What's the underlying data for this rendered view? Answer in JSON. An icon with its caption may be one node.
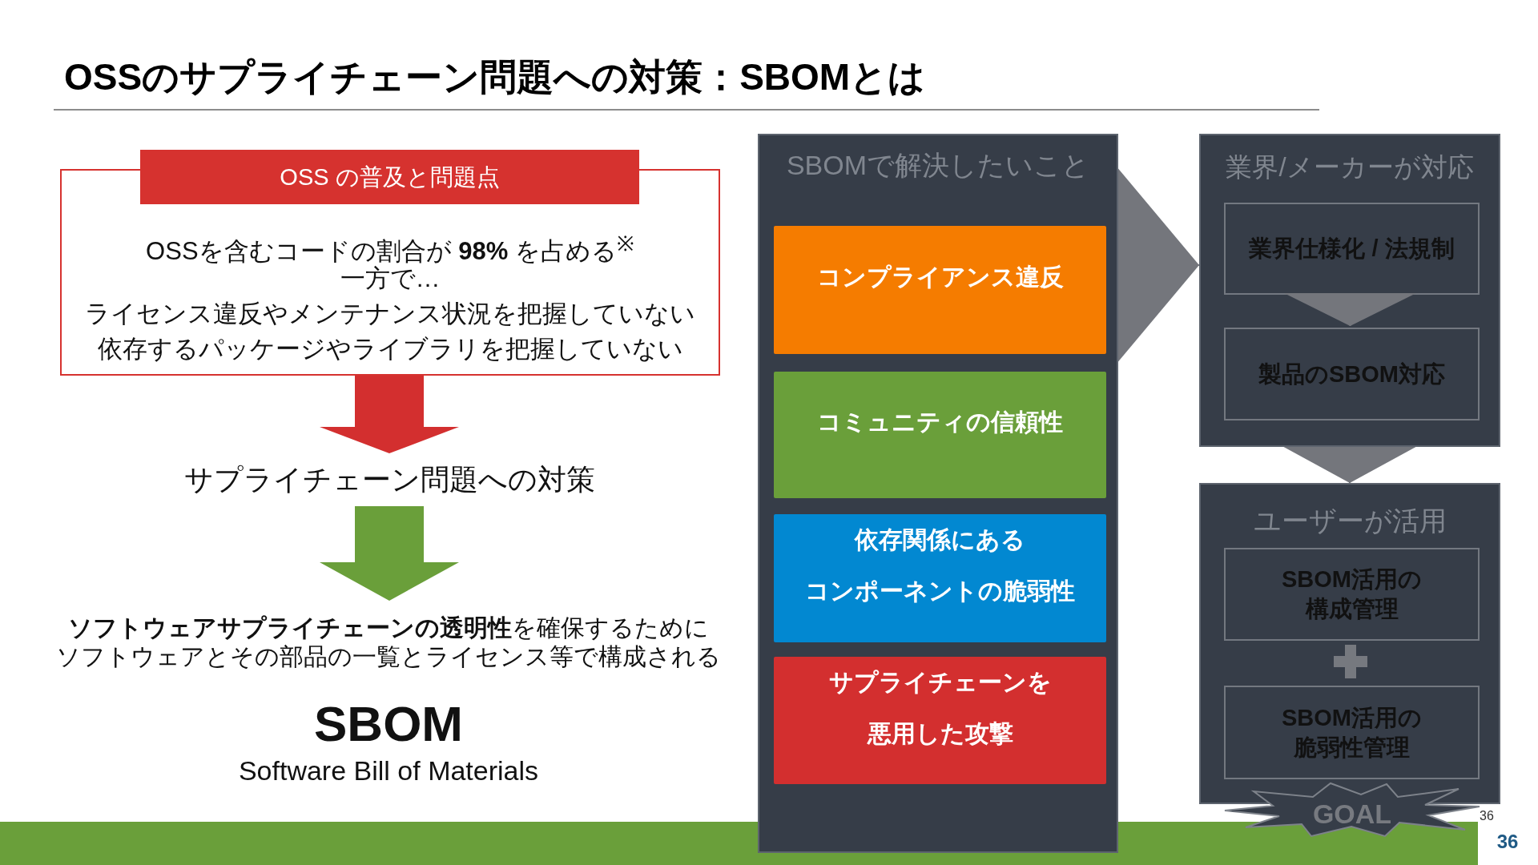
{
  "diagram": {
    "title": "OSSのサプライチェーン問題への対策：SBOMとは",
    "nodes": [
      {
        "text": [
          "OSS の普及と問題点",
          "OSSを含むコードの割合が **98%** を占める$^{※}$",
          "一方で…",
          "ライセンス違反やメンテナンス状況を把握していない",
          "依存するパッケージやライブラリを把握していない"
        ]
      },
      {
        "text": [
          "サプライチェーン問題への対策"
        ]
      },
      {
        "text": [
          "**ソフトウェアサプライチェーンの透明性**を確保するために",
          "ソフトウェアとその部品の一覧とライセンス等で構成される",
          "SBOM",
          "Software Bill of Materials"
        ]
      },
      {
        "text": [
          "SBOMで解決したいこと"
        ]
      },
      {
        "text": [
          "コンプライアンス違反"
        ],
        "in": 3
      },
      {
        "text": [
          "コミュニティの信頼性"
        ],
        "in": 3
      },
      {
        "text": [
          "依存関係にあるコンポーネントの脆弱性"
        ],
        "in": 3
      },
      {
        "text": [
          "サプライチェーンを悪用した攻撃"
        ],
        "in": 3
      },
      {
        "text": [
          "業界/メーカーが対応"
        ]
      },
      {
        "text": [
          "業界仕様化 / 法規制"
        ],
        "in": 8
      },
      {
        "text": [
          "製品のSBOM対応"
        ],
        "in": 8
      },
      {
        "text": [
          "ユーザーが活用"
        ]
      },
      {
        "text": [
          "SBOM活用の構成管理"
        ],
        "in": 11
      },
      {
        "text": [
          "SBOM活用の脆弱性管理"
        ],
        "in": 11
      },
      {
        "text": [
          "GOAL"
        ]
      }
    ],
    "edges": [
      {
        "from": 0,
        "to": 1,
        "arrow": "to",
        "style": "thick",
        "color": "#d32f2f"
      },
      {
        "from": 1,
        "to": 2,
        "arrow": "to",
        "style": "thick",
        "color": "#6a9f3a"
      },
      {
        "from": 3,
        "to": 8,
        "arrow": "to"
      },
      {
        "from": 9,
        "to": 10,
        "arrow": "to"
      },
      {
        "from": 8,
        "to": 11,
        "arrow": "to"
      }
    ],
    "labels": [
      "36",
      "36"
    ]
  }
}
